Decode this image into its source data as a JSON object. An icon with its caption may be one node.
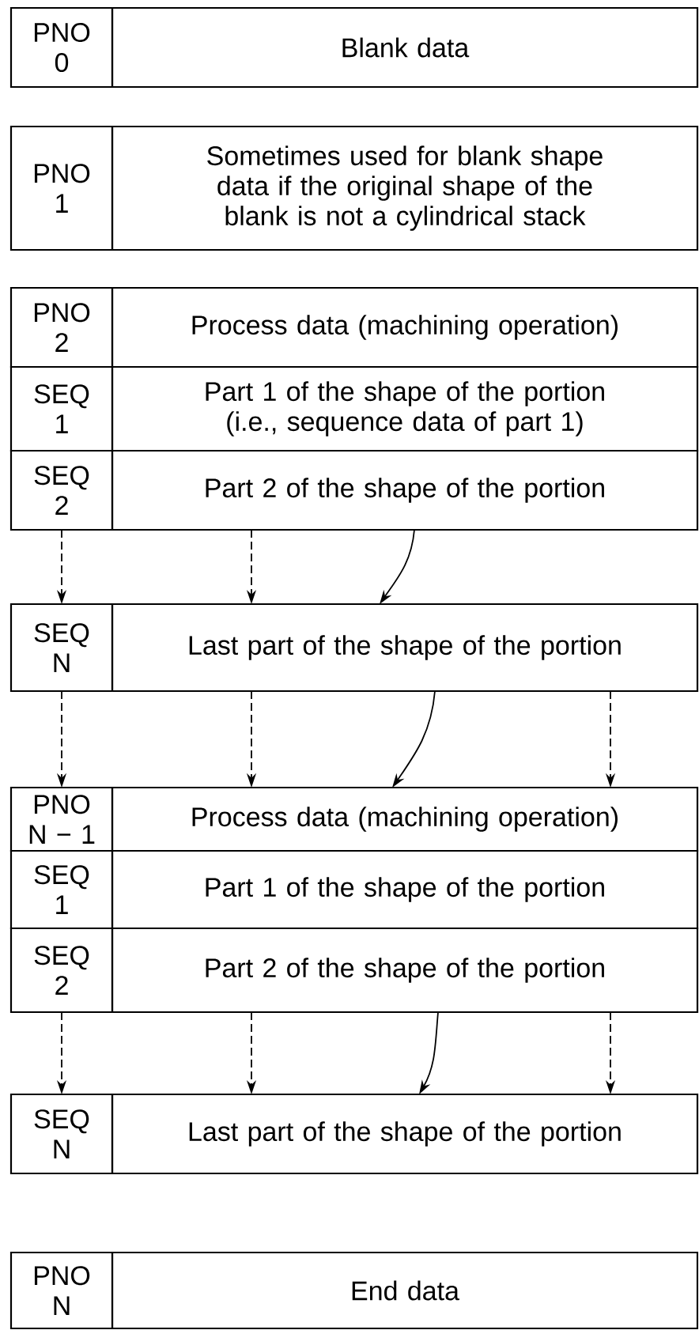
{
  "diagram": {
    "nodes": [
      {
        "text": [
          "PNO 0"
        ]
      },
      {
        "text": [
          "Blank data"
        ]
      },
      {
        "text": [
          "PNO 1"
        ]
      },
      {
        "text": [
          "Sometimes used for blank shape data if the original shape of the blank is not a cylindrical stack"
        ]
      },
      {
        "text": [
          "PNO 2"
        ]
      },
      {
        "text": [
          "Process data (machining operation)"
        ]
      },
      {
        "text": [
          "SEQ 1"
        ]
      },
      {
        "text": [
          "Part 1 of the shape of the portion (i.e., sequence data of part 1)"
        ]
      },
      {
        "text": [
          "SEQ 2"
        ]
      },
      {
        "text": [
          "Part 2 of the shape of the portion"
        ]
      },
      {
        "text": [
          "SEQ N"
        ]
      },
      {
        "text": [
          "Last part of the shape of the portion"
        ]
      },
      {
        "text": [
          "PNO N − 1"
        ]
      },
      {
        "text": [
          "Process data (machining operation)"
        ]
      },
      {
        "text": [
          "SEQ 1"
        ]
      },
      {
        "text": [
          "Part 1 of the shape of the portion"
        ]
      },
      {
        "text": [
          "SEQ 2"
        ]
      },
      {
        "text": [
          "Part 2 of the shape of the portion"
        ]
      },
      {
        "text": [
          "SEQ N"
        ]
      },
      {
        "text": [
          "Last part of the shape of the portion"
        ]
      },
      {
        "text": [
          "PNO N"
        ]
      },
      {
        "text": [
          "End data"
        ]
      }
    ],
    "edges": [
      {
        "from": 8,
        "to": 10,
        "arrow": "to",
        "style": "dashed"
      },
      {
        "from": 9,
        "to": 11,
        "arrow": "to",
        "style": "dashed"
      },
      {
        "from": 9,
        "to": 11,
        "arrow": "to"
      },
      {
        "from": 10,
        "to": 12,
        "arrow": "to",
        "style": "dashed"
      },
      {
        "from": 11,
        "to": 13,
        "arrow": "to",
        "style": "dashed"
      },
      {
        "from": 11,
        "to": 13,
        "arrow": "to"
      },
      {
        "from": 11,
        "to": 13,
        "arrow": "to",
        "style": "dashed"
      },
      {
        "from": 16,
        "to": 18,
        "arrow": "to",
        "style": "dashed"
      },
      {
        "from": 17,
        "to": 19,
        "arrow": "to",
        "style": "dashed"
      },
      {
        "from": 17,
        "to": 19,
        "arrow": "to"
      },
      {
        "from": 17,
        "to": 19,
        "arrow": "to",
        "style": "dashed"
      }
    ]
  }
}
